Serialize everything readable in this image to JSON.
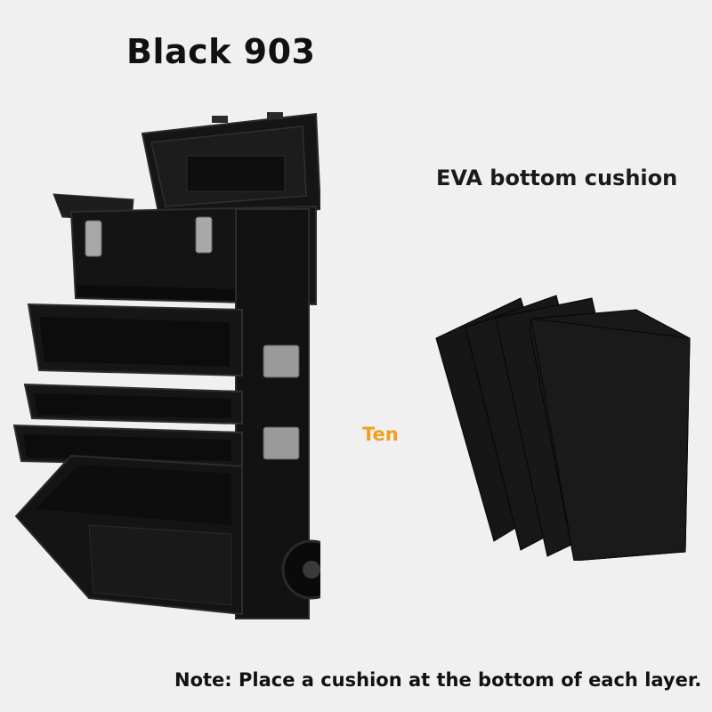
{
  "product": {
    "title": "Black 903"
  },
  "cushion": {
    "label": "EVA bottom cushion",
    "count": "Ten"
  },
  "note": {
    "text": "Note: Place a cushion at the bottom of each layer."
  },
  "colors": {
    "background": "#f0f0f0",
    "accent": "#f0a020",
    "product_black": "#111111"
  }
}
